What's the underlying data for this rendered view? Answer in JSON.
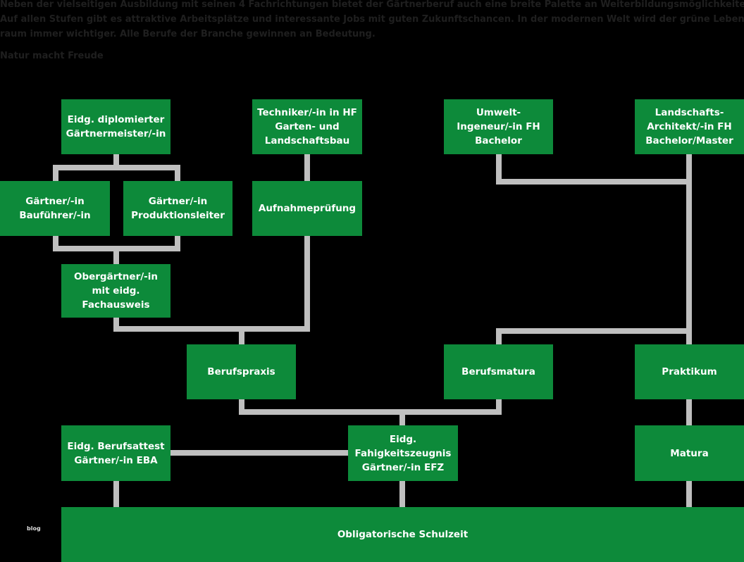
{
  "intro": {
    "line1": "Neben der vielseitigen Ausbildung mit seinen 4 Fachrichtungen bietet der Gärtnerberuf auch eine breite Palette an Weiterbildungsmöglichkeiten.",
    "line2": "Auf allen Stufen gibt es attraktive Arbeitsplätze und interessante Jobs mit guten Zukunftschancen. In der modernen Welt wird der grüne Lebens-",
    "line3": "raum immer wichtiger. Alle Berufe der Branche gewinnen an Bedeutung.",
    "subhead": "Natur macht Freude"
  },
  "colors": {
    "box": "#0d8a3a",
    "connector": "#bfbfbf",
    "background": "#000000"
  },
  "boxes": {
    "gaertnermeister": "Eidg. diplomierter\nGärtnermeister/-in",
    "techniker": "Techniker/-in in HF\nGarten- und\nLandschaftsbau",
    "umweltingenieur": "Umwelt-\nIngeneur/-in FH\nBachelor",
    "landschaftsarchitekt": "Landschafts-\nArchitekt/-in FH\nBachelor/Master",
    "bauftuehrer": "Gärtner/-in\nBauführer/-in",
    "produktionsleiter": "Gärtner/-in\nProduktionsleiter",
    "aufnahmepruefung": "Aufnahmeprüfung",
    "obergaertner": "Obergärtner/-in\nmit eidg. Fachausweis",
    "berufspraxis": "Berufspraxis",
    "berufsmatura": "Berufsmatura",
    "praktikum": "Praktikum",
    "berufsattest": "Eidg. Berufsattest\nGärtner/-in EBA",
    "faehigkeitszeugnis": "Eidg. Fahigkeitszeugnis\nGärtner/-in EFZ",
    "matura": "Matura",
    "schulzeit": "Obligatorische Schulzeit"
  },
  "watermark": "blog"
}
